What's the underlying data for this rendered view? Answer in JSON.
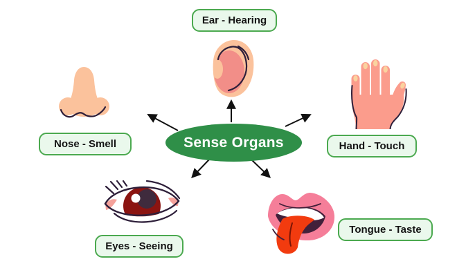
{
  "diagram": {
    "title": "Sense Organs",
    "nodes": [
      {
        "id": "ear",
        "label": "Ear - Hearing",
        "icon": "ear-icon"
      },
      {
        "id": "nose",
        "label": "Nose - Smell",
        "icon": "nose-icon"
      },
      {
        "id": "hand",
        "label": "Hand - Touch",
        "icon": "hand-icon"
      },
      {
        "id": "eyes",
        "label": "Eyes - Seeing",
        "icon": "eye-icon"
      },
      {
        "id": "tongue",
        "label": "Tongue - Taste",
        "icon": "mouth-icon"
      }
    ],
    "colors": {
      "center_fill": "#2F8F48",
      "center_text": "#FFFFFF",
      "label_fill": "#EAF8EC",
      "label_border": "#4BA94F",
      "label_text": "#141414",
      "arrow": "#111111",
      "skin_peach": "#FBC29C",
      "ear_inner": "#F28E88",
      "hand_skin": "#FB9C8C",
      "fingernail": "#FAD39F",
      "dark_outline": "#2E1F3A",
      "iris": "#8B1411",
      "pupil": "#3F2B3D",
      "eye_corner_pink": "#F5A29B",
      "lips": "#F57E99",
      "mouth_interior": "#42203A",
      "tongue": "#F23B0F"
    }
  }
}
